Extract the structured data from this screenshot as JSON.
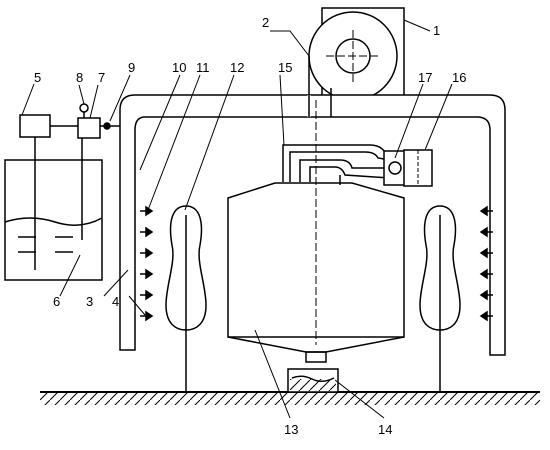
{
  "diagram": {
    "labels": {
      "n1": "1",
      "n2": "2",
      "n3": "3",
      "n4": "4",
      "n5": "5",
      "n6": "6",
      "n7": "7",
      "n8": "8",
      "n9": "9",
      "n10": "10",
      "n11": "11",
      "n12": "12",
      "n13": "13",
      "n14": "14",
      "n15": "15",
      "n16": "16",
      "n17": "17"
    },
    "colors": {
      "stroke": "#000000",
      "background": "#ffffff"
    }
  }
}
